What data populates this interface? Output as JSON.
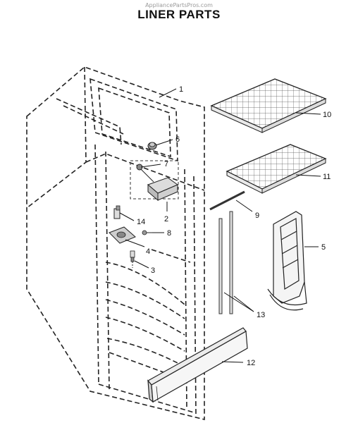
{
  "header": {
    "watermark": "AppliancePartsPros.com",
    "title": "LINER PARTS"
  },
  "callouts": [
    {
      "id": "callout-1",
      "label": "1"
    },
    {
      "id": "callout-2",
      "label": "2"
    },
    {
      "id": "callout-3",
      "label": "3"
    },
    {
      "id": "callout-4",
      "label": "4"
    },
    {
      "id": "callout-5",
      "label": "5"
    },
    {
      "id": "callout-6",
      "label": "6"
    },
    {
      "id": "callout-7",
      "label": "7"
    },
    {
      "id": "callout-8",
      "label": "8"
    },
    {
      "id": "callout-9",
      "label": "9"
    },
    {
      "id": "callout-10",
      "label": "10"
    },
    {
      "id": "callout-11",
      "label": "11"
    },
    {
      "id": "callout-12",
      "label": "12"
    },
    {
      "id": "callout-13",
      "label": "13"
    },
    {
      "id": "callout-14",
      "label": "14"
    }
  ]
}
